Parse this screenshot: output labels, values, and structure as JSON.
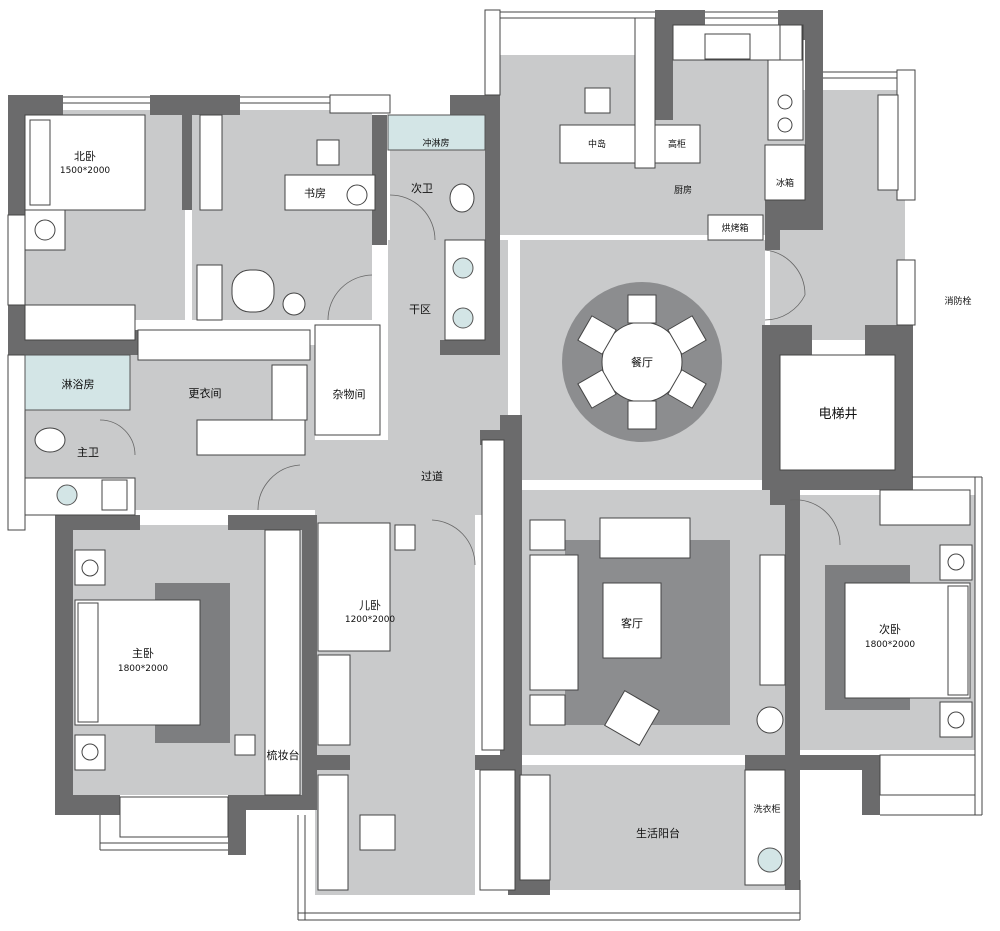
{
  "rooms": {
    "north_bedroom": "北卧",
    "north_bedroom_bed": "1500*2000",
    "study": "书房",
    "shower_small": "冲淋房",
    "second_bath": "次卫",
    "island": "中岛",
    "tall_cabinet": "高柜",
    "kitchen": "厨房",
    "fridge": "冰箱",
    "wall_oven": "烘烤箱",
    "dry_area": "干区",
    "dining": "餐厅",
    "fire_hydrant": "消防栓",
    "elevator": "电梯井",
    "shower_master": "淋浴房",
    "cloakroom": "更衣间",
    "storage": "杂物间",
    "master_bath": "主卫",
    "corridor": "过道",
    "master_bedroom": "主卧",
    "master_bedroom_bed": "1800*2000",
    "kids_room": "儿卧",
    "kids_room_bed": "1200*2000",
    "living": "客厅",
    "second_bedroom": "次卧",
    "second_bedroom_bed": "1800*2000",
    "vanity": "梳妆台",
    "laundry_cabinet": "洗衣柜",
    "balcony": "生活阳台"
  }
}
